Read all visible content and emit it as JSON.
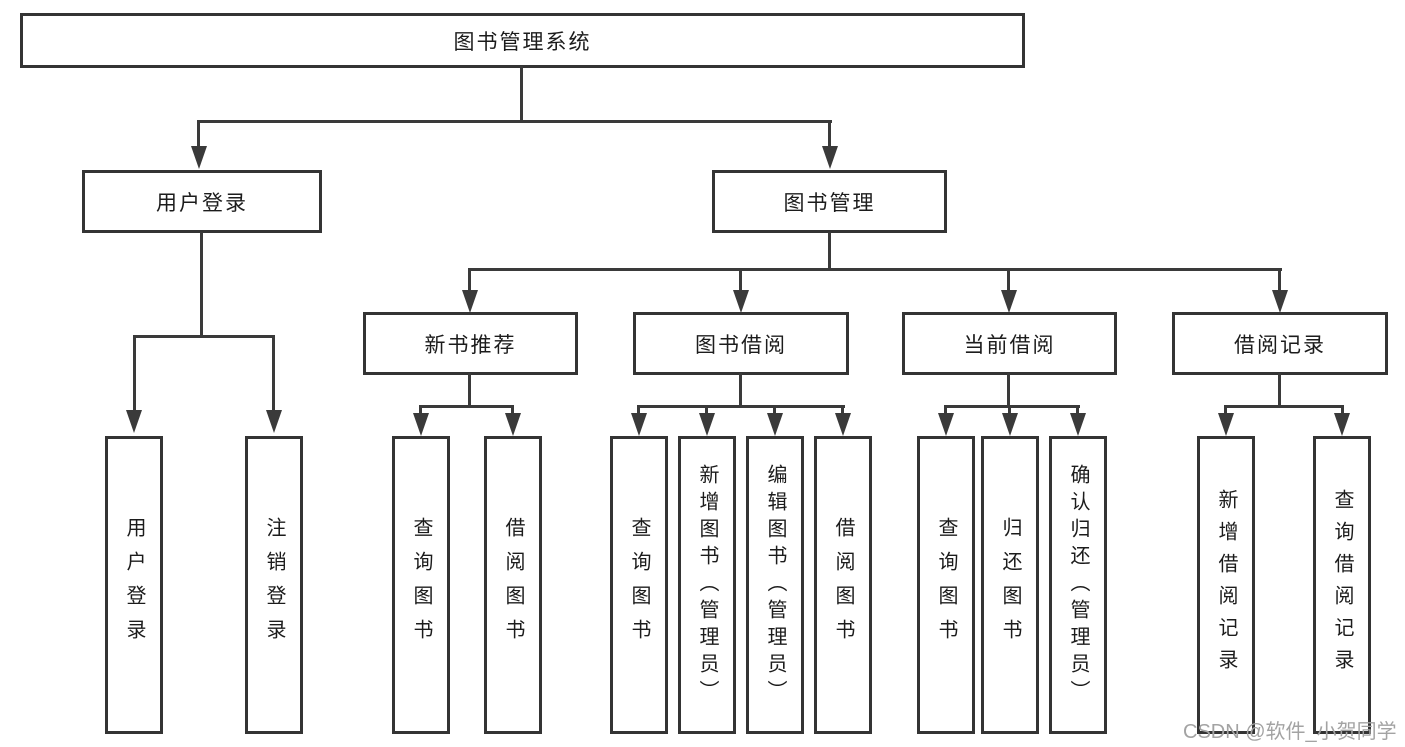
{
  "root": {
    "label": "图书管理系统"
  },
  "level2": [
    {
      "label": "用户登录"
    },
    {
      "label": "图书管理"
    }
  ],
  "level3": [
    {
      "label": "新书推荐"
    },
    {
      "label": "图书借阅"
    },
    {
      "label": "当前借阅"
    },
    {
      "label": "借阅记录"
    }
  ],
  "leaves": [
    {
      "label": "用户登录"
    },
    {
      "label": "注销登录"
    },
    {
      "label": "查询图书"
    },
    {
      "label": "借阅图书"
    },
    {
      "label": "查询图书"
    },
    {
      "label": "新增图书（管理员）"
    },
    {
      "label": "编辑图书（管理员）"
    },
    {
      "label": "借阅图书"
    },
    {
      "label": "查询图书"
    },
    {
      "label": "归还图书"
    },
    {
      "label": "确认归还（管理员）"
    },
    {
      "label": "新增借阅记录"
    },
    {
      "label": "查询借阅记录"
    }
  ],
  "watermark": {
    "text": "CSDN @软件_小贺同学"
  },
  "colors": {
    "line": "#3a3a3a",
    "box_border": "#343434",
    "text": "#1c1c1c",
    "watermark": "#a3a3a3",
    "background": "#ffffff"
  }
}
